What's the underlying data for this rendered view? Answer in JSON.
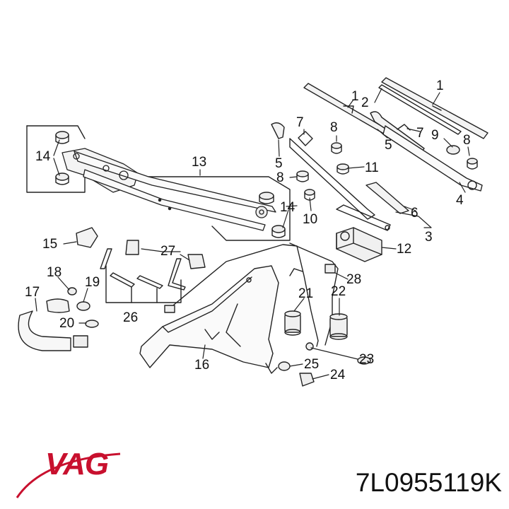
{
  "brand": {
    "name": "VAG",
    "color": "#c8102e"
  },
  "part_number": "7L0955119K",
  "callouts": [
    {
      "id": "c1a",
      "text": "1"
    },
    {
      "id": "c1b",
      "text": "1"
    },
    {
      "id": "c2",
      "text": "2"
    },
    {
      "id": "c3",
      "text": "3"
    },
    {
      "id": "c4",
      "text": "4"
    },
    {
      "id": "c5a",
      "text": "5"
    },
    {
      "id": "c5b",
      "text": "5"
    },
    {
      "id": "c6",
      "text": "6"
    },
    {
      "id": "c7a",
      "text": "7"
    },
    {
      "id": "c7b",
      "text": "7"
    },
    {
      "id": "c8a",
      "text": "8"
    },
    {
      "id": "c8b",
      "text": "8"
    },
    {
      "id": "c8c",
      "text": "8"
    },
    {
      "id": "c9",
      "text": "9"
    },
    {
      "id": "c10",
      "text": "10"
    },
    {
      "id": "c11",
      "text": "11"
    },
    {
      "id": "c12",
      "text": "12"
    },
    {
      "id": "c13",
      "text": "13"
    },
    {
      "id": "c14a",
      "text": "14"
    },
    {
      "id": "c14b",
      "text": "14"
    },
    {
      "id": "c15",
      "text": "15"
    },
    {
      "id": "c16",
      "text": "16"
    },
    {
      "id": "c17",
      "text": "17"
    },
    {
      "id": "c18",
      "text": "18"
    },
    {
      "id": "c19",
      "text": "19"
    },
    {
      "id": "c20",
      "text": "20"
    },
    {
      "id": "c21",
      "text": "21"
    },
    {
      "id": "c22",
      "text": "22"
    },
    {
      "id": "c23",
      "text": "23"
    },
    {
      "id": "c24",
      "text": "24"
    },
    {
      "id": "c25",
      "text": "25"
    },
    {
      "id": "c26",
      "text": "26"
    },
    {
      "id": "c27",
      "text": "27"
    },
    {
      "id": "c28",
      "text": "28"
    }
  ]
}
